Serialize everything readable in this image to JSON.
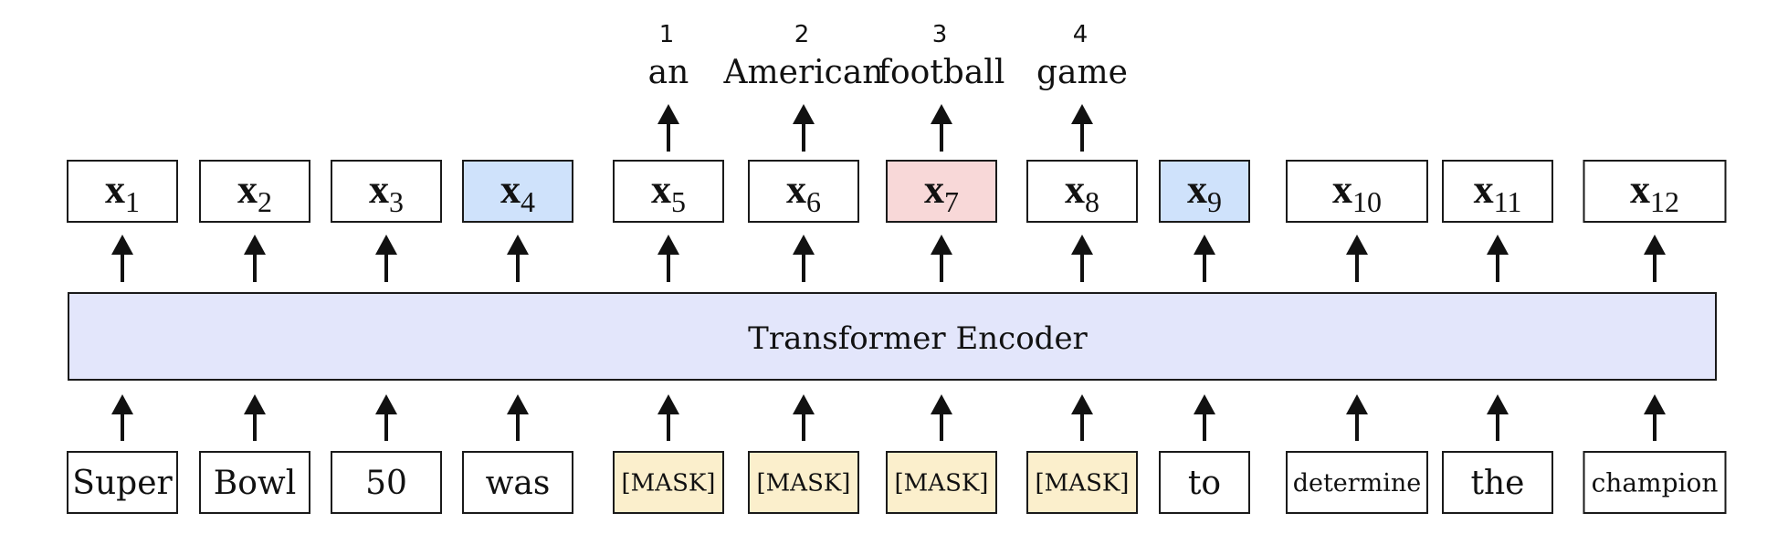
{
  "encoder": {
    "label": "Transformer Encoder",
    "fill": "#e3e6fb"
  },
  "colors": {
    "plain": "#ffffff",
    "blue": "#cfe2fb",
    "red": "#f8d8d8",
    "mask": "#fbefcc"
  },
  "columns": [
    {
      "input": "Super",
      "input_style": "plain",
      "x_main": "x",
      "x_sub": "1",
      "x_style": "plain"
    },
    {
      "input": "Bowl",
      "input_style": "plain",
      "x_main": "x",
      "x_sub": "2",
      "x_style": "plain"
    },
    {
      "input": "50",
      "input_style": "plain",
      "x_main": "x",
      "x_sub": "3",
      "x_style": "plain"
    },
    {
      "input": "was",
      "input_style": "plain",
      "x_main": "x",
      "x_sub": "4",
      "x_style": "blue"
    },
    {
      "input": "[MASK]",
      "input_style": "mask",
      "x_main": "x",
      "x_sub": "5",
      "x_style": "plain",
      "output_index": "1",
      "output_word": "an"
    },
    {
      "input": "[MASK]",
      "input_style": "mask",
      "x_main": "x",
      "x_sub": "6",
      "x_style": "plain",
      "output_index": "2",
      "output_word": "American"
    },
    {
      "input": "[MASK]",
      "input_style": "mask",
      "x_main": "x",
      "x_sub": "7",
      "x_style": "red",
      "output_index": "3",
      "output_word": "football"
    },
    {
      "input": "[MASK]",
      "input_style": "mask",
      "x_main": "x",
      "x_sub": "8",
      "x_style": "plain",
      "output_index": "4",
      "output_word": "game"
    },
    {
      "input": "to",
      "input_style": "plain",
      "x_main": "x",
      "x_sub": "9",
      "x_style": "blue"
    },
    {
      "input": "determine",
      "input_style": "plain",
      "x_main": "x",
      "x_sub": "10",
      "x_style": "plain"
    },
    {
      "input": "the",
      "input_style": "plain",
      "x_main": "x",
      "x_sub": "11",
      "x_style": "plain"
    },
    {
      "input": "champion",
      "input_style": "plain",
      "x_main": "x",
      "x_sub": "12",
      "x_style": "plain"
    }
  ]
}
